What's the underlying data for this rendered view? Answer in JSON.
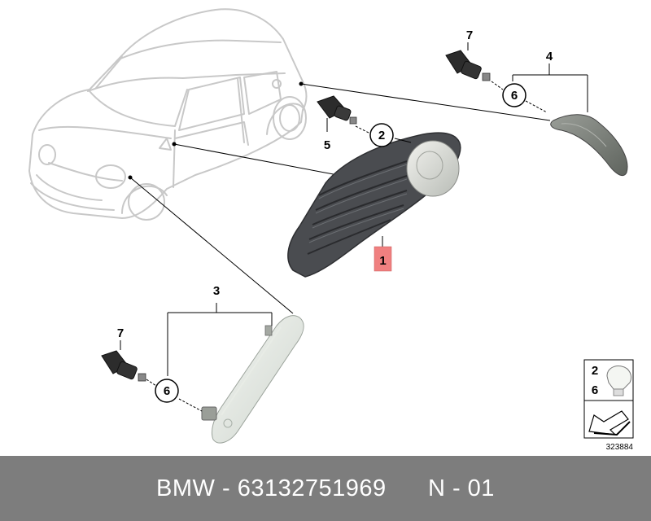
{
  "callouts": {
    "part_1": "1",
    "part_2": "2",
    "part_3": "3",
    "part_4": "4",
    "part_5": "5",
    "part_6_upper": "6",
    "part_6_lower": "6",
    "part_7_upper": "7",
    "part_7_lower": "7"
  },
  "inset": {
    "label_top": "2",
    "label_bottom": "6"
  },
  "reference_number": "323884",
  "footer": {
    "brand": "BMW",
    "separator": " - ",
    "part_number": "63132751969",
    "gap": "      ",
    "code": "N - 01"
  },
  "colors": {
    "footer_bg": "#7d7d7d",
    "highlight": "#f08080",
    "line": "#000000",
    "car_outline": "#c8c8c8"
  }
}
